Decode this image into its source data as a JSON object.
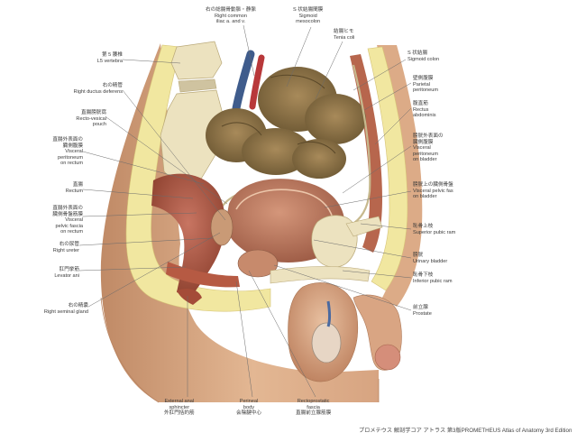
{
  "labels": {
    "common_iliac_jp": "右の総腸骨動脈・静脈",
    "common_iliac_en1": "Right common",
    "common_iliac_en2": "iliac a. and v.",
    "sigmoid_meso_jp": "S 状結腸間膜",
    "sigmoid_meso_en1": "Sigmoid",
    "sigmoid_meso_en2": "mesocolon",
    "taenia_jp": "結腸ヒモ",
    "taenia_en": "Tenia coli",
    "sigmoid_colon_jp": "S 状結腸",
    "sigmoid_colon_en": "Sigmoid colon",
    "parietal_jp": "壁側腹膜",
    "parietal_en1": "Parietal",
    "parietal_en2": "peritoneum",
    "rectus_jp": "腹直筋",
    "rectus_en1": "Rectus",
    "rectus_en2": "abdominis",
    "visc_bladder_jp": "膀胱外表面の",
    "visc_bladder_jp2": "臓側腹膜",
    "visc_bladder_en1": "Visceral",
    "visc_bladder_en2": "peritoneum",
    "visc_bladder_en3": "on bladder",
    "pelvic_fascia_bladder_jp": "膀胱上の臓側骨盤",
    "pelvic_fascia_bladder_en1": "Visceral pelvic fas",
    "pelvic_fascia_bladder_en2": "on bladder",
    "sup_pubic_jp": "恥骨上枝",
    "sup_pubic_en": "Superior pubic ram",
    "urinary_bladder_jp": "膀胱",
    "urinary_bladder_en": "Urinary bladder",
    "inf_pubic_jp": "恥骨下枝",
    "inf_pubic_en": "Inferior pubic ram",
    "prostate_jp": "前立腺",
    "prostate_en": "Prostate",
    "l5_jp": "第 5 腰椎",
    "l5_en": "L5 vertebra",
    "ductus_jp": "右の精管",
    "ductus_en": "Right ductus deferens",
    "rectovesical_jp": "直腸膀胱窩",
    "rectovesical_en1": "Recto-vesical",
    "rectovesical_en2": "pouch",
    "visc_rectum_jp": "直腸外表面の",
    "visc_rectum_jp2": "臓側腹膜",
    "visc_rectum_en1": "Visceral",
    "visc_rectum_en2": "peritoneum",
    "visc_rectum_en3": "on rectum",
    "rectum_jp": "直腸",
    "rectum_en": "Rectum",
    "pelvic_fascia_rectum_jp": "直腸外表面の",
    "pelvic_fascia_rectum_jp2": "臓側骨盤筋膜",
    "pelvic_fascia_rectum_en1": "Visceral",
    "pelvic_fascia_rectum_en2": "pelvic fascia",
    "pelvic_fascia_rectum_en3": "on rectum",
    "ureter_jp": "右の尿管",
    "ureter_en": "Right ureter",
    "levator_jp": "肛門挙筋",
    "levator_en": "Levator ani",
    "seminal_jp": "右の精嚢",
    "seminal_en": "Right seminal gland",
    "ext_sphincter_en1": "External anal",
    "ext_sphincter_en2": "sphincter",
    "ext_sphincter_jp": "外肛門括約筋",
    "perineal_en1": "Perineal",
    "perineal_en2": "body",
    "perineal_jp": "会陰腱中心",
    "rectoprostatic_en1": "Rectoprostatic",
    "rectoprostatic_en2": "fascia",
    "rectoprostatic_jp": "直腸前立腺筋膜"
  },
  "credit": "プロメテウス 解剖学コア アトラス 第3版PROMETHEUS Atlas of Anatomy 3rd Edition",
  "colors": {
    "skin": "#d9a882",
    "fat": "#f1e7a0",
    "muscle": "#b65a43",
    "bone": "#ece2bf",
    "bowel": "#8c7449",
    "peritoneum": "#d8c9a2",
    "line": "#6b6b6b"
  }
}
